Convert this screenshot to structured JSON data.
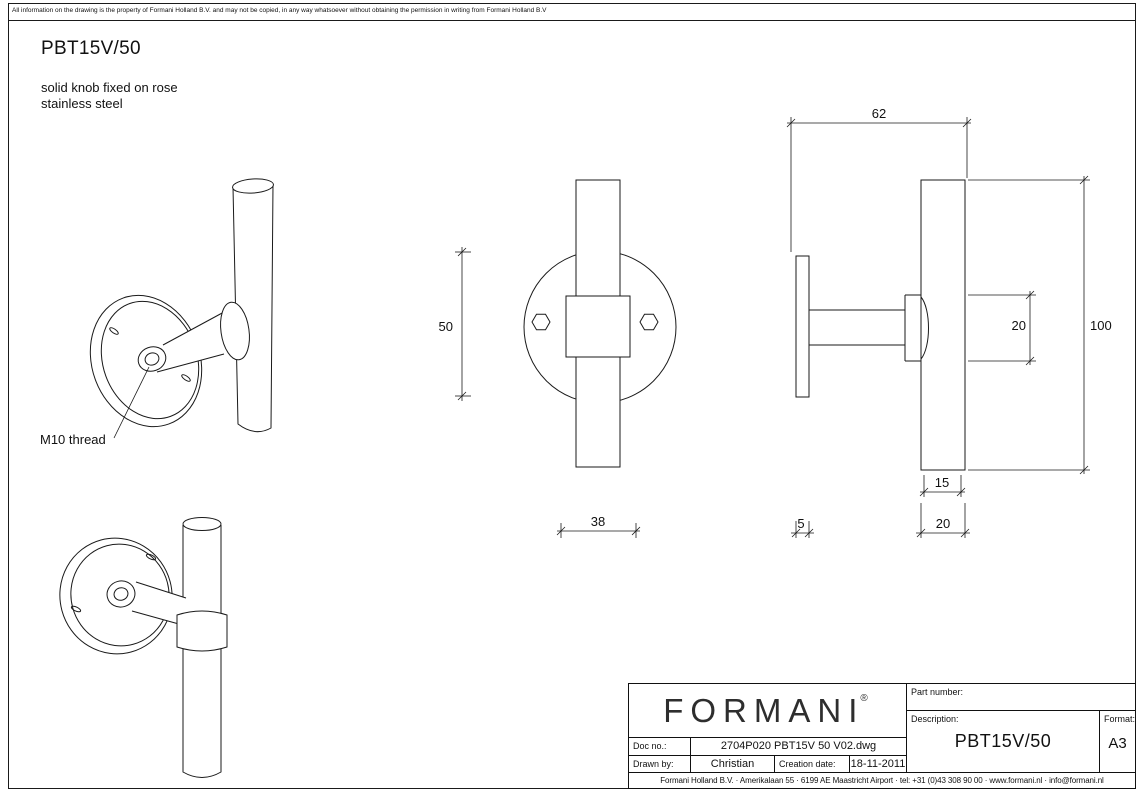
{
  "sheet": {
    "disclaimer": "All information on the drawing is the property of Formani Holland B.V. and may not be copied, in any way whatsoever without obtaining the permission in writing from Formani Holland B.V",
    "title": "PBT15V/50",
    "subtitle_line1": "solid knob fixed on rose",
    "subtitle_line2": "stainless steel",
    "m10_label": "M10 thread"
  },
  "dimensions": {
    "rose_diameter": "50",
    "front_width": "38",
    "side_total_depth": "62",
    "collar_height": "20",
    "knob_length": "100",
    "bar_dia_top": "15",
    "rose_thickness": "5",
    "bar_dia_bottom": "20"
  },
  "titleblock": {
    "logo_text": "FORMANI",
    "logo_reg": "®",
    "part_number_label": "Part number:",
    "description_label": "Description:",
    "description_value": "PBT15V/50",
    "format_label": "Format:",
    "format_value": "A3",
    "doc_no_label": "Doc no.:",
    "doc_no_value": "2704P020 PBT15V 50 V02.dwg",
    "drawn_by_label": "Drawn by:",
    "drawn_by_value": "Christian",
    "creation_date_label": "Creation date:",
    "creation_date_value": "18-11-2011",
    "footer": "Formani Holland B.V. · Amerikalaan 55 · 6199 AE Maastricht Airport · tel: +31 (0)43 308 90 00 · www.formani.nl · info@formani.nl"
  }
}
